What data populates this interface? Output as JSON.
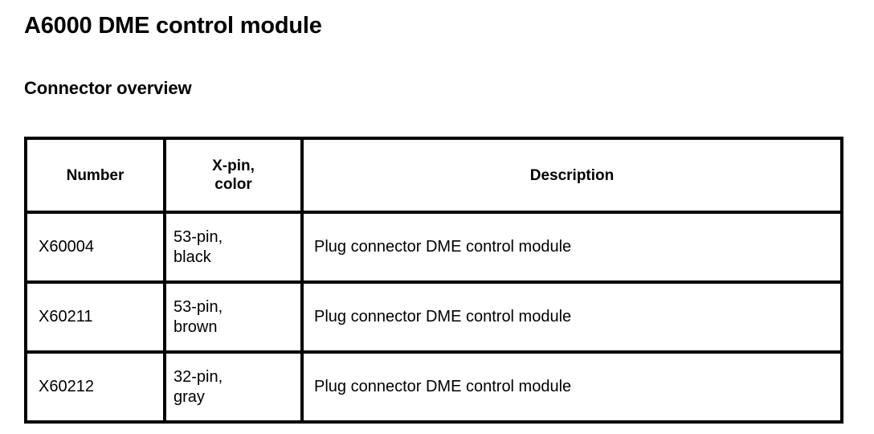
{
  "document": {
    "title": "A6000 DME control module",
    "section_heading": "Connector overview"
  },
  "table": {
    "headers": {
      "number": "Number",
      "xpin_color": "X-pin,\ncolor",
      "description": "Description"
    },
    "rows": [
      {
        "number": "X60004",
        "xpin_color": "53-pin,\nblack",
        "description": "Plug connector DME control module"
      },
      {
        "number": "X60211",
        "xpin_color": "53-pin,\nbrown",
        "description": "Plug connector DME control module"
      },
      {
        "number": "X60212",
        "xpin_color": "32-pin,\ngray",
        "description": "Plug connector DME control module"
      }
    ]
  },
  "colors": {
    "background": "#ffffff",
    "text": "#000000",
    "border": "#000000"
  }
}
